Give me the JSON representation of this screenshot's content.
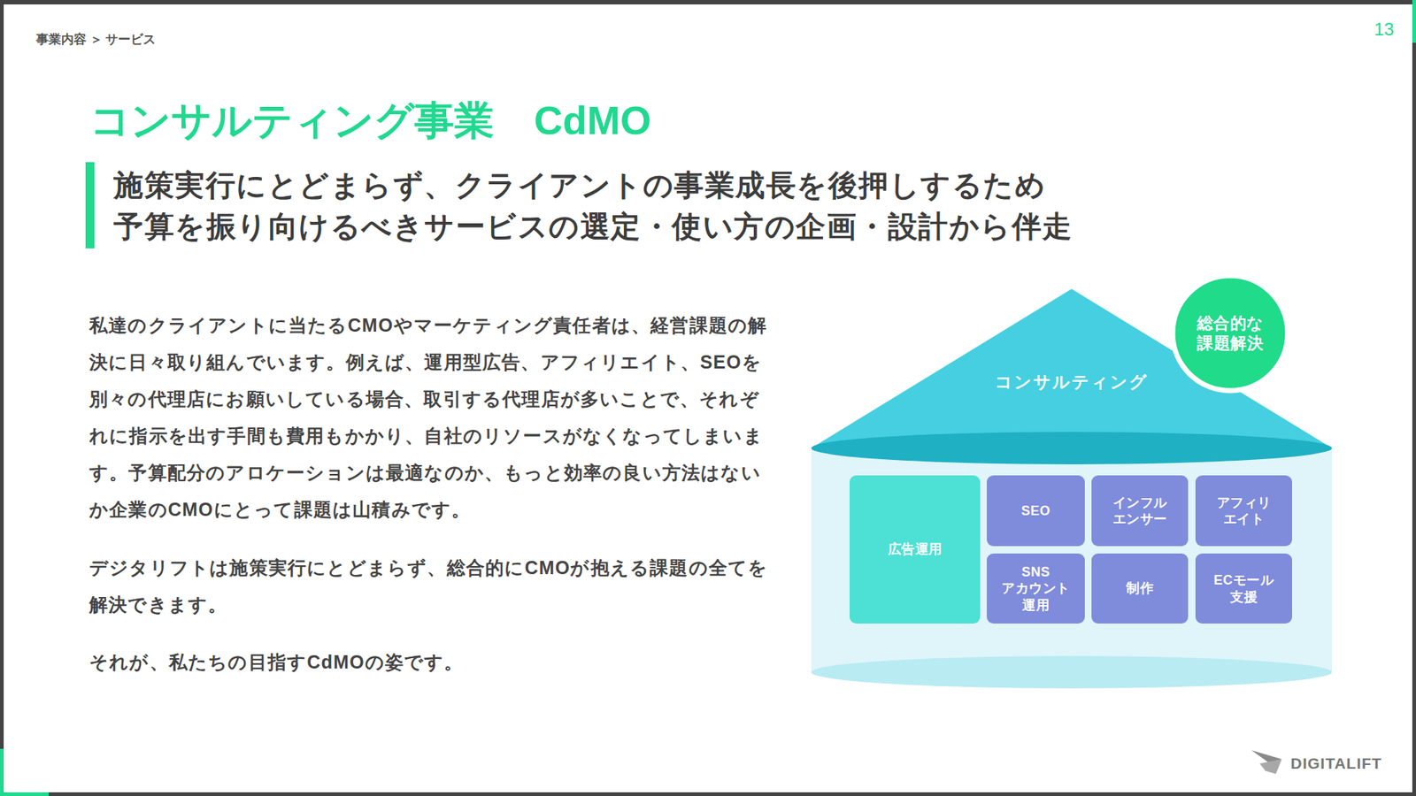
{
  "diagram": {
    "title": "コンサルティング事業　CdMO",
    "nodes": [
      {
        "text": [
          "コンサルティング"
        ]
      },
      {
        "text": [
          "総合的な 課題解決"
        ]
      },
      {
        "text": [
          "広告運用"
        ]
      },
      {
        "text": [
          "SEO"
        ]
      },
      {
        "text": [
          "インフル エンサー"
        ]
      },
      {
        "text": [
          "アフィリ エイト"
        ]
      },
      {
        "text": [
          "SNS アカウント 運用"
        ]
      },
      {
        "text": [
          "制作"
        ]
      },
      {
        "text": [
          "ECモール 支援"
        ]
      }
    ],
    "labels": [
      "事業内容 ＞ サービス",
      "13",
      "施策実行にとどまらず、クライアントの事業成長を後押しするため",
      "予算を振り向けるべきサービスの選定・使い方の企画・設計から伴走",
      "私達のクライアントに当たるCMOやマーケティング責任者は、経営課題の解決に日々取り組んでいます。例えば、運用型広告、アフィリエイト、SEOを別々の代理店にお願いしている場合、取引する代理店が多いことで、それぞれに指示を出す手間も費用もかかり、自社のリソースがなくなってしまいます。予算配分のアロケーションは最適なのか、もっと効率の良い方法はないか企業のCMOにとって課題は山積みです。",
      "デジタリフトは施策実行にとどまらず、総合的にCMOが抱える課題の全てを解決できます。",
      "それが、私たちの目指すCdMOの姿です。",
      "DIGITALIFT"
    ]
  }
}
